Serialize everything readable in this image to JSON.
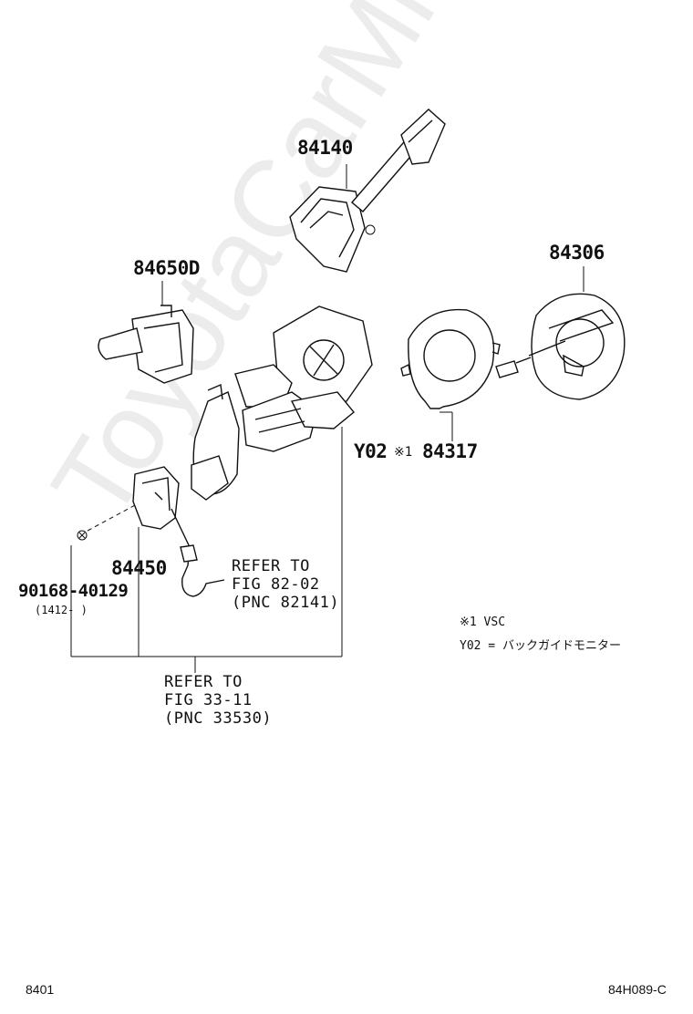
{
  "watermark": "ToyotaCarMine.ru",
  "parts": {
    "p84140": "84140",
    "p84650d": "84650D",
    "p84306": "84306",
    "p84317": "84317",
    "y02_prefix": "Y02",
    "note_mark": "※1",
    "p84450": "84450",
    "p90168": "90168-40129",
    "p90168_range": "(1412-     )"
  },
  "refs": {
    "ref82": [
      "REFER TO",
      "FIG 82-02",
      "(PNC 82141)"
    ],
    "ref33": [
      "REFER TO",
      "FIG 33-11",
      "(PNC 33530)"
    ]
  },
  "notes": {
    "vsc": "※1 VSC",
    "y02": "Y02 = バックガイドモニター"
  },
  "footer": {
    "left": "8401",
    "right": "84H089-C"
  }
}
